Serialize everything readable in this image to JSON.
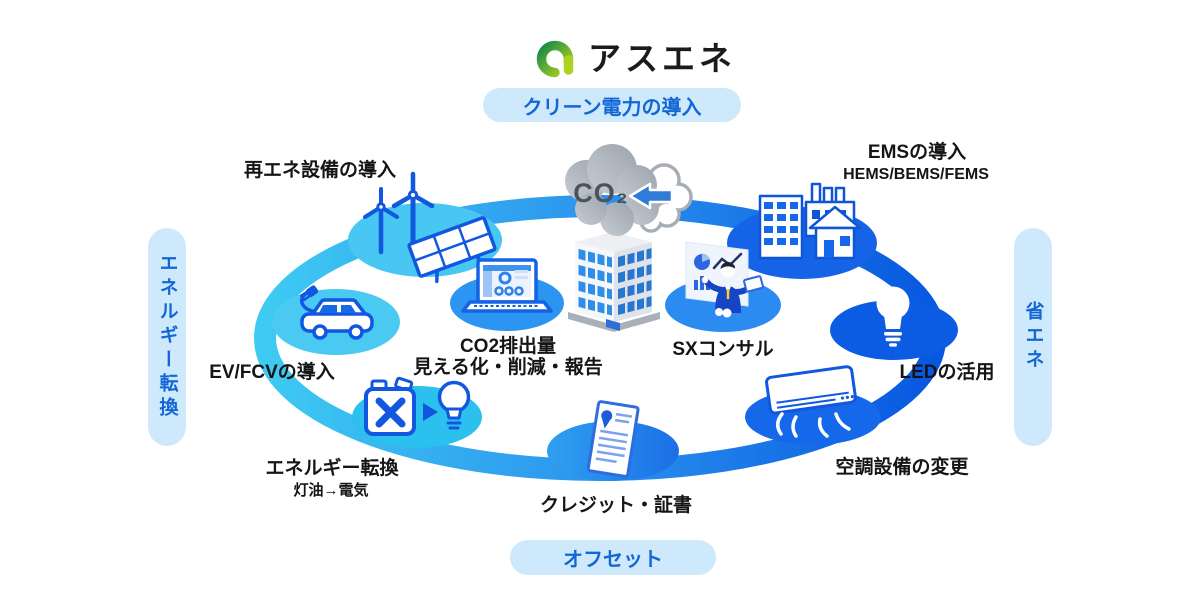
{
  "brand": {
    "name": "アスエネ"
  },
  "pills": {
    "top": "クリーン電力の導入",
    "left": "エネルギー転換",
    "right": "省エネ",
    "bottom": "オフセット"
  },
  "center": {
    "co2": "CO₂"
  },
  "nodes": {
    "renewable": {
      "label": "再エネ設備の導入"
    },
    "ems": {
      "label": "EMSの導入",
      "sublabel": "HEMS/BEMS/FEMS"
    },
    "ev": {
      "label": "EV/FCVの導入"
    },
    "led": {
      "label": "LEDの活用"
    },
    "fuel": {
      "label": "エネルギー転換",
      "sublabel": "灯油→電気"
    },
    "ac": {
      "label": "空調設備の変更"
    },
    "credit": {
      "label": "クレジット・証書"
    },
    "viz": {
      "label": "CO2排出量",
      "sublabel": "見える化・削減・報告"
    },
    "sx": {
      "label": "SXコンサル"
    }
  },
  "colors": {
    "pill_bg": "#cfe9fc",
    "pill_text": "#1366d6",
    "ring_left": "#3ecaf2",
    "ring_right": "#0757e0",
    "node_cyan": "#47c7f2",
    "node_blue": "#1564e8",
    "node_dark_blue": "#0b5ce2",
    "icon_stroke": "#1257e0",
    "logo_green": "#1d9a4c",
    "logo_lime": "#b5d41c",
    "cloud_gray": "#b2b8c0"
  }
}
